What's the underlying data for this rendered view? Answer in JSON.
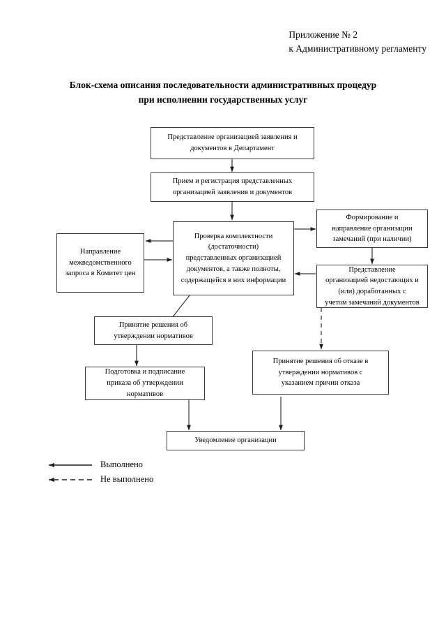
{
  "header": {
    "line1": "Приложение № 2",
    "line2": "к Административному регламенту"
  },
  "title": {
    "line1": "Блок-схема описания последовательности административных процедур",
    "line2": "при исполнении государственных услуг"
  },
  "nodes": {
    "submission": {
      "line1": "Представление организацией заявления и",
      "line2": "документов в Департамент"
    },
    "registration": {
      "line1": "Прием и регистрация представленных",
      "line2": "организацией заявления и документов"
    },
    "verification": {
      "line1": "Проверка комплектности",
      "line2": "(достаточности)",
      "line3": "представленных организацией",
      "line4": "документов, а также полноты,",
      "line5": "содержащейся в них информации"
    },
    "interagency": {
      "line1": "Направление",
      "line2": "межведомственного",
      "line3": "запроса в Комитет цен"
    },
    "remarks": {
      "line1": "Формирование и",
      "line2": "направление организации",
      "line3": "замечаний (при наличии)"
    },
    "resubmission": {
      "line1": "Представление",
      "line2": "организацией недостающих и",
      "line3": "(или) доработанных с",
      "line4": "учетом замечаний документов"
    },
    "approval_decision": {
      "line1": "Принятие решения об",
      "line2": "утверждении нормативов"
    },
    "order_preparation": {
      "line1": "Подготовка и подписание",
      "line2": "приказа об утверждении",
      "line3": "нормативов"
    },
    "refusal_decision": {
      "line1": "Принятие решения об отказе в",
      "line2": "утверждении нормативов с",
      "line3": "указанием причин отказа"
    },
    "notification": {
      "line1": "Уведомление организации"
    }
  },
  "legend": {
    "done": "Выполнено",
    "not_done": "Не выполнено"
  },
  "colors": {
    "line": "#3a3a3a",
    "text": "#000000",
    "background": "#ffffff"
  }
}
